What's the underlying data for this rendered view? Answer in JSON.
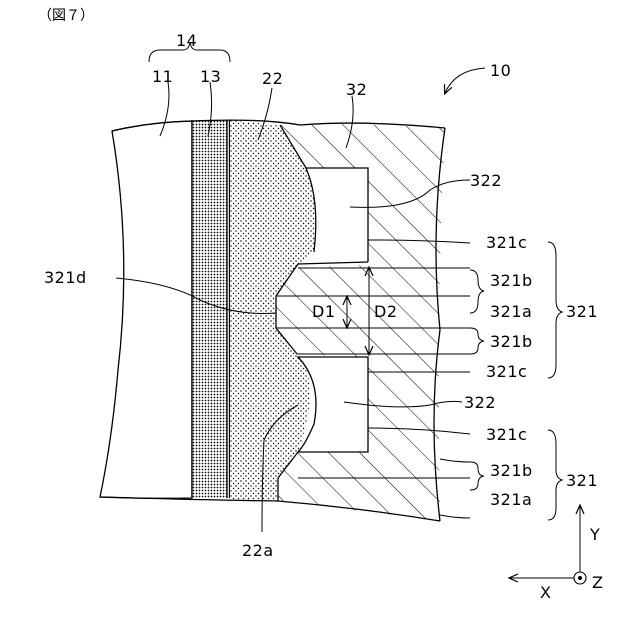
{
  "figure_label": "（図７）",
  "labels": {
    "l14": "14",
    "l11": "11",
    "l13": "13",
    "l22": "22",
    "l32": "32",
    "l10": "10",
    "l322_top": "322",
    "l321c_1": "321c",
    "l321d": "321d",
    "l321b_1": "321b",
    "lD1": "D1",
    "lD2": "D2",
    "l321a_1": "321a",
    "l321_1": "321",
    "l321b_2": "321b",
    "l321c_2": "321c",
    "l322_bot": "322",
    "l321c_3": "321c",
    "l321b_3": "321b",
    "l321_2": "321",
    "l321a_3": "321a",
    "l22a": "22a",
    "axisY": "Y",
    "axisX": "X",
    "axisZ": "Z"
  }
}
